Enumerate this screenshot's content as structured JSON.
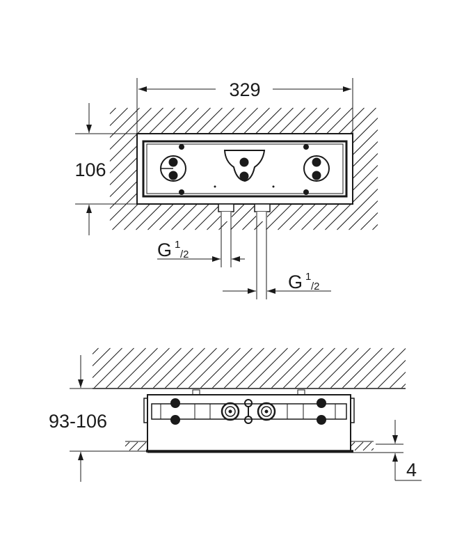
{
  "top_view": {
    "width_label": "329",
    "height_label": "106",
    "connection_left": {
      "main": "G",
      "sup": "1",
      "sub": "/2"
    },
    "connection_right": {
      "main": "G",
      "sup": "1",
      "sub": "/2"
    }
  },
  "side_view": {
    "depth_label": "93-106",
    "offset_label": "4"
  },
  "colors": {
    "line": "#1a1a1a",
    "background": "#ffffff"
  }
}
